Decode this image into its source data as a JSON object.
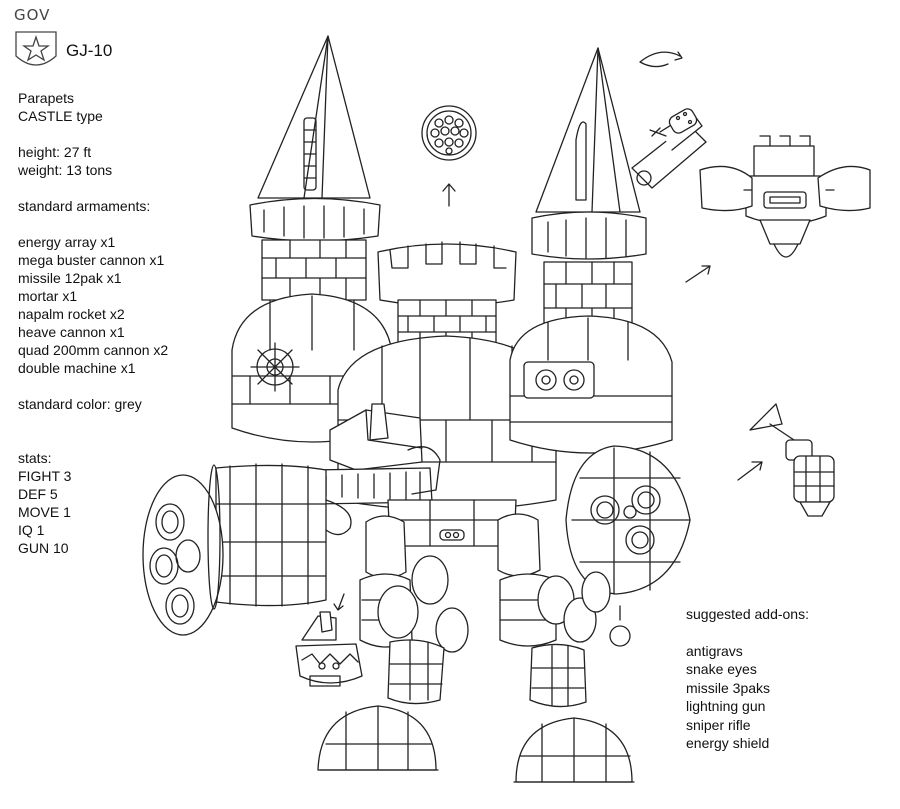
{
  "emblem": {
    "label": "GOV",
    "icon": "star-shield-icon"
  },
  "model": "GJ-10",
  "name": "Parapets",
  "type_line": "CASTLE type",
  "physical": [
    "height: 27 ft",
    "weight: 13 tons"
  ],
  "armaments_title": "standard armaments:",
  "armaments": [
    "energy array x1",
    "mega buster cannon x1",
    "missile 12pak x1",
    "mortar x1",
    "napalm rocket x2",
    "heave cannon x1",
    "quad 200mm cannon x2",
    "double machine x1"
  ],
  "color_line": "standard color: grey",
  "stats_title": "stats:",
  "stats": [
    "FIGHT 3",
    "DEF 5",
    "MOVE 1",
    "IQ 1",
    "GUN 10"
  ],
  "addons_title": "suggested add-ons:",
  "addons": [
    "antigravs",
    "snake eyes",
    "missile 3paks",
    "lightning gun",
    "sniper rifle",
    "energy shield"
  ],
  "artwork": {
    "line_color": "#222222",
    "paper_color": "#ffffff",
    "icons": [
      "castle-robot-drawing",
      "missile-pod-icon",
      "mortar-icon",
      "antigrav-icon",
      "weapon-pod-icon",
      "shield-icon"
    ]
  }
}
